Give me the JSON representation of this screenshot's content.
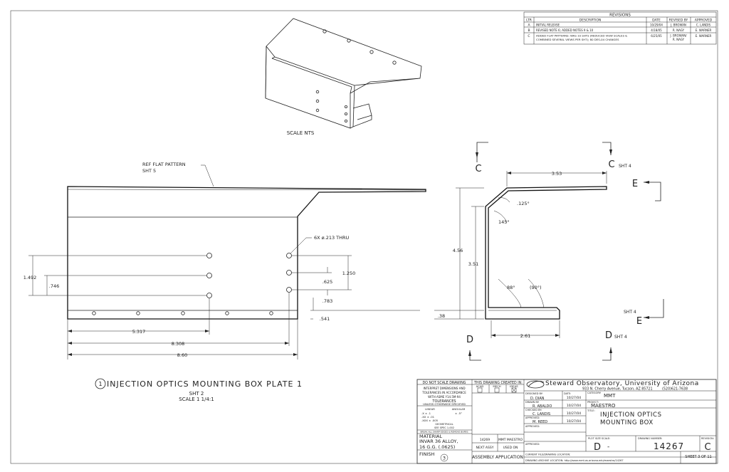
{
  "revisions": {
    "title": "REVISIONS",
    "headers": [
      "LTR",
      "DESCRIPTION",
      "DATE",
      "REVISED BY",
      "APPROVED"
    ],
    "rows": [
      {
        "ltr": "A",
        "desc1": "INITIAL RELEASE",
        "desc2": "",
        "date": "10/29/04",
        "by1": "J. BROWAN",
        "by2": "",
        "app": "C. LANDIS"
      },
      {
        "ltr": "B",
        "desc1": "REVISED NOTE 6; ADDED NOTES 9 & 10",
        "desc2": "",
        "date": "4/18/05",
        "by1": "R. NAGY",
        "by2": "",
        "app": "E. WARNER"
      },
      {
        "ltr": "C",
        "desc1": "ADDED FLAT PATTERNS: WAS 10 SHTS (REDUCED VIEW SCALES &",
        "desc2": "COMBINED SEVERAL VIEWS PER SHT); 80 DES-04 CHANGES",
        "date": "6/25/05",
        "by1": "J. BROWAN/",
        "by2": "R. NAGY",
        "app": "E. WARNER"
      }
    ]
  },
  "iso_view": {
    "label": "SCALE NTS"
  },
  "front_view": {
    "ref_note": [
      "REF FLAT PATTERN",
      "SHT 5"
    ],
    "hole_note": "6X ø.213 THRU",
    "dims": {
      "d1492": "1.492",
      "d746": ".746",
      "d1250": "1.250",
      "d625": ".625",
      "d783": ".783",
      "d541": ".541",
      "d5317": "5.317",
      "d8308": "8.308",
      "d860": "8.60"
    }
  },
  "section_view": {
    "cut_c": "C",
    "cut_c_sht": "SHT 4",
    "cut_d": "D",
    "cut_d_sht": "SHT 4",
    "cut_e": "E",
    "cut_e_sht": "SHT 4",
    "dims": {
      "d353": "3.53",
      "d125": ".125°",
      "d145": "145°",
      "d456": "4.56",
      "d351": "3.51",
      "d88": "88°",
      "d90": "(90°)",
      "d38": ".38",
      "d261": "2.61"
    }
  },
  "view_title": {
    "number": "1",
    "text": "INJECTION OPTICS MOUNTING BOX PLATE 1",
    "sheet": "SHT 2",
    "scale": "SCALE 1 1/4:1"
  },
  "title_block": {
    "no_scale": "DO NOT SCALE DRAWING",
    "interpret": [
      "INTERPRET DIMENSIONS AND",
      "TOLERANCES IN ACCORDANCE",
      "WITH ASME Y14.5M-94"
    ],
    "tolerances_head": [
      "TOLERANCES",
      "UNLESS OTHERWISE SPECIFIED"
    ],
    "tol_cols": [
      "LINEAR",
      "ANGULAR"
    ],
    "tol_rows": [
      ".X    ± .1",
      ".XX   ± .01",
      ".XXX  ± .005"
    ],
    "tol_angle": "± .5°",
    "tol_foot": [
      "GEOMETRICAL",
      "SEE SPEC 1-002"
    ],
    "break_edges": "BREAK ALL SHARP EDGES & REMOVE BURRS",
    "created_in": "THIS DRAWING CREATED IN:",
    "created_opts": [
      "ACAD",
      "MECH",
      "IDEAS"
    ],
    "material_label": "MATERIAL",
    "material": [
      "INVAR 36 ALLOY,",
      "16 G.G. (.0625)"
    ],
    "finish_label": "FINISH",
    "finish_note": "3",
    "next_assy_no": "14269",
    "next_assy_name": "MMT MAESTRO",
    "next_assy": "NEXT ASSY",
    "used_on": "USED ON",
    "assembly_app": "ASSEMBLY APPLICATION",
    "org_name": "Steward Observatory, University of Arizona",
    "org_addr": "933 N. Cherry Avenue, Tucson, AZ  85721",
    "org_phone": "(520)621-7638",
    "roles": [
      {
        "role": "DESIGNED BY:",
        "name": "D. DIAN",
        "date": "10/27/04"
      },
      {
        "role": "DRAWN BY:",
        "name": "R. ABALDO",
        "date": "10/27/04"
      },
      {
        "role": "CHECKED BY:",
        "name": "C. LANDIS",
        "date": "10/27/04"
      },
      {
        "role": "APPROVED:",
        "name": "M. REED",
        "date": "10/27/04"
      },
      {
        "role": "APPROVED:",
        "name": "",
        "date": ""
      },
      {
        "role": "APPROVED:",
        "name": "",
        "date": ""
      }
    ],
    "date_label": "DATE:",
    "category_label": "CATEGORY:",
    "category": "MMT",
    "project_label": "PROJECT:",
    "project": "MAESTRO",
    "title_label": "TITLE:",
    "title": [
      "INJECTION OPTICS",
      "MOUNTING BOX"
    ],
    "size_label": "PLOT SIZE SCALE:",
    "size": "D",
    "scale": "-",
    "dwg_label": "DRAWING NUMBER:",
    "dwg_no": "14267",
    "rev_label": "REVISION:",
    "rev": "C",
    "file_loc": "CURRENT FILE/DRAWING LOCATION:",
    "archive_loc": "DRAWING ARCHIVE LOCATION: http://www.mmt.as.arizona.edu/maestro/14267",
    "sheet": "SHEET 3 OF 11"
  }
}
